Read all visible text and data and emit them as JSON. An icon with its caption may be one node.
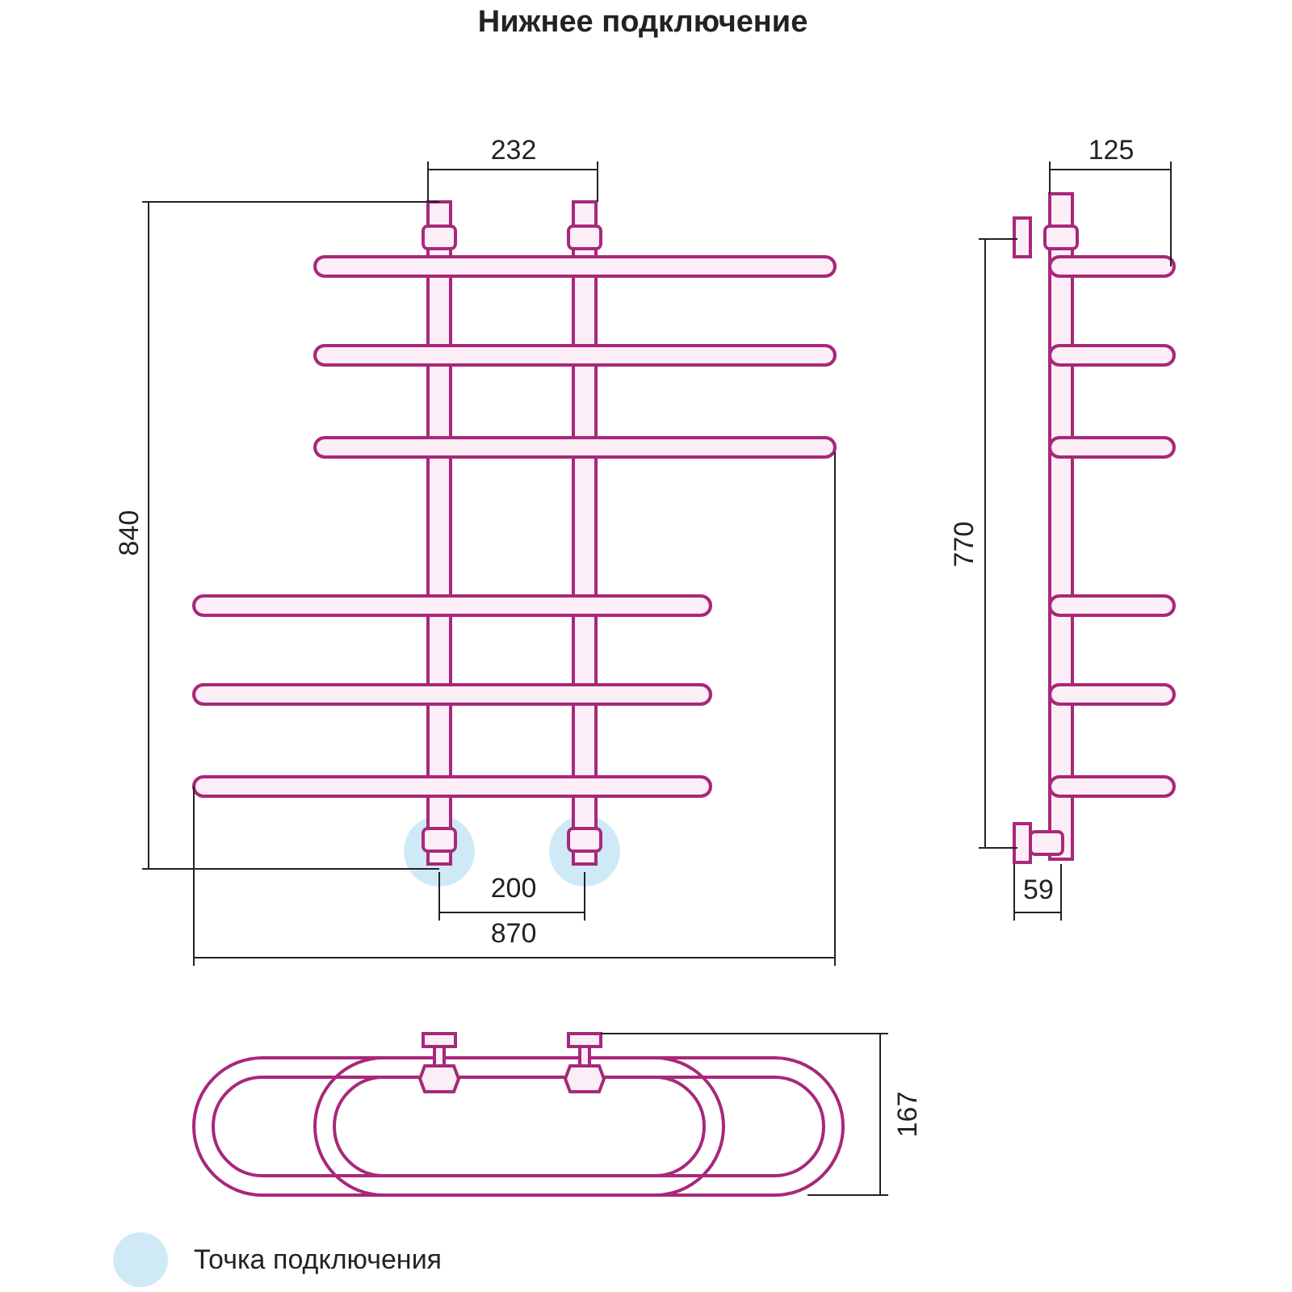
{
  "diagram": {
    "title": "Нижнее подключение",
    "labels": [
      "232",
      "840",
      "200",
      "870",
      "125",
      "770",
      "59",
      "167"
    ],
    "legend": [
      {
        "text": "Точка подключения",
        "color": "#cfe9f7"
      }
    ]
  }
}
